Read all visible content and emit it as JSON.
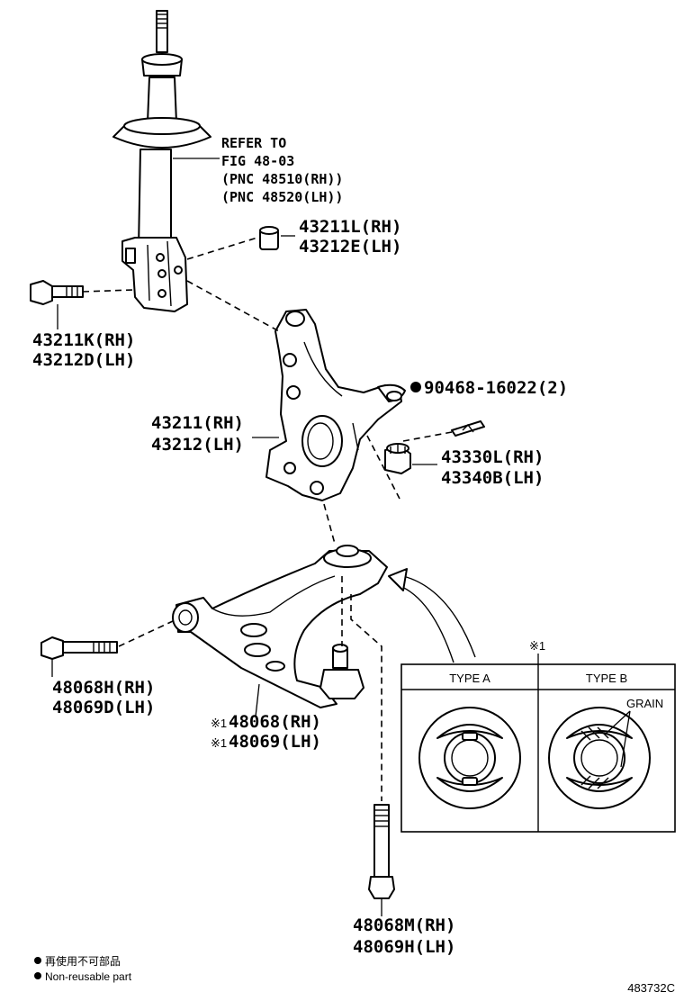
{
  "strut_note": [
    "REFER TO",
    "FIG 48-03",
    "(PNC 48510(RH))",
    "(PNC 48520(LH))"
  ],
  "parts": {
    "bushing": [
      "43211L(RH)",
      "43212E(LH)"
    ],
    "strut_bolt": [
      "43211K(RH)",
      "43212D(LH)"
    ],
    "cotter_pin": "90468-16022(2)",
    "knuckle": [
      "43211(RH)",
      "43212(LH)"
    ],
    "castle_nut": [
      "43330L(RH)",
      "43340B(LH)"
    ],
    "arm_bolt": [
      "48068H(RH)",
      "48069D(LH)"
    ],
    "lower_arm_prefix": "※1",
    "lower_arm": [
      "48068(RH)",
      "48069(LH)"
    ],
    "rear_bolt": [
      "48068M(RH)",
      "48069H(LH)"
    ]
  },
  "inset": {
    "ref_mark": "※1",
    "type_a": "TYPE A",
    "type_b": "TYPE B",
    "grain": "GRAIN"
  },
  "legend": {
    "ja": "再使用不可部品",
    "en": "Non-reusable part"
  },
  "figure_id": "483732C"
}
